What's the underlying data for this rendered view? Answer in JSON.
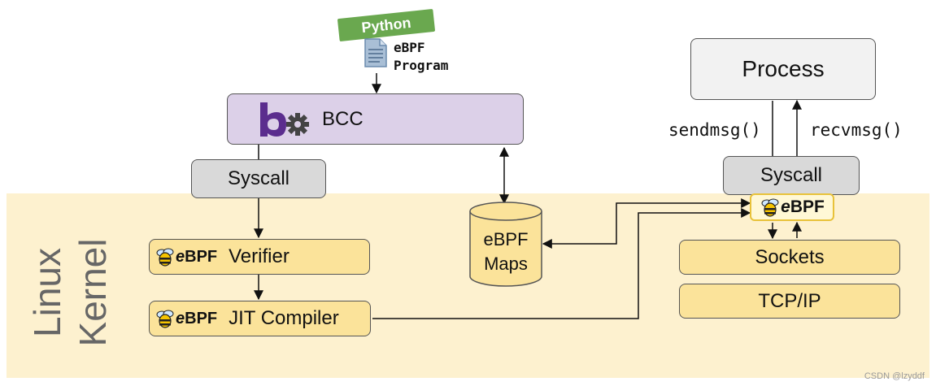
{
  "python_tag": "Python",
  "program_label": [
    "eBPF",
    "Program"
  ],
  "bcc_label": "BCC",
  "left_syscall": "Syscall",
  "kernel_label": [
    "Linux",
    "Kernel"
  ],
  "verifier_label": "Verifier",
  "jit_label": "JIT Compiler",
  "maps_label": [
    "eBPF",
    "Maps"
  ],
  "process_label": "Process",
  "sendmsg_label": "sendmsg()",
  "recvmsg_label": "recvmsg()",
  "right_syscall": "Syscall",
  "sockets_label": "Sockets",
  "tcpip_label": "TCP/IP",
  "ebpf_logo_text": {
    "e": "e",
    "bpf": "BPF"
  },
  "watermark": "CSDN @lzyddf",
  "colors": {
    "kernel_bg": "#fdf1cf",
    "box_gray": "#d9d9d9",
    "box_purple": "#dcd0e8",
    "box_yellow": "#fbe39a",
    "python_green": "#6aa84f",
    "bcc_logo_purple": "#5b2d8e"
  }
}
